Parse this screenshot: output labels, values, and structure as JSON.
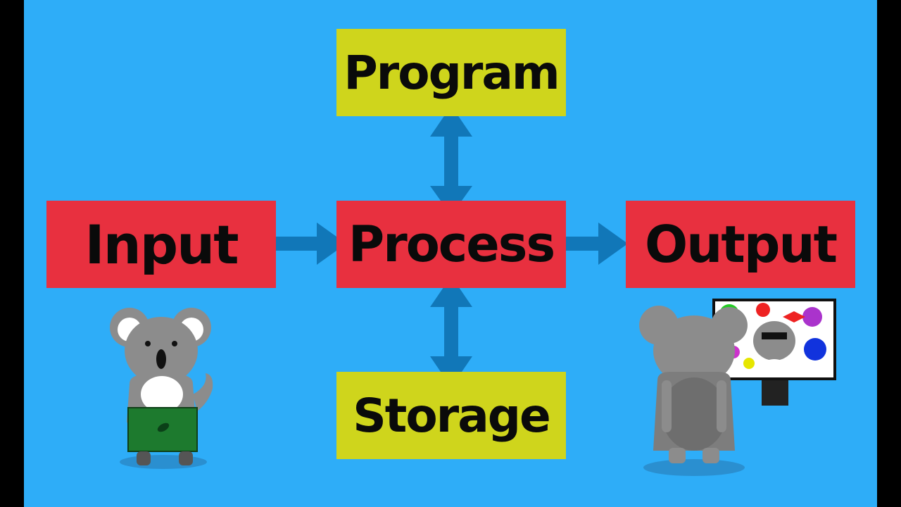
{
  "diagram": {
    "nodes": {
      "program": "Program",
      "input": "Input",
      "process": "Process",
      "output": "Output",
      "storage": "Storage"
    },
    "edges": [
      {
        "from": "input",
        "to": "process",
        "direction": "one-way"
      },
      {
        "from": "process",
        "to": "output",
        "direction": "one-way"
      },
      {
        "from": "process",
        "to": "program",
        "direction": "two-way"
      },
      {
        "from": "process",
        "to": "storage",
        "direction": "two-way"
      }
    ]
  },
  "colors": {
    "background": "#2eadf8",
    "process_box": "#e8303f",
    "program_storage_box": "#cfd51c",
    "arrow": "#1177b8"
  },
  "illustrations": {
    "left": "koala-with-laptop",
    "right": "koala-facing-monitor"
  }
}
